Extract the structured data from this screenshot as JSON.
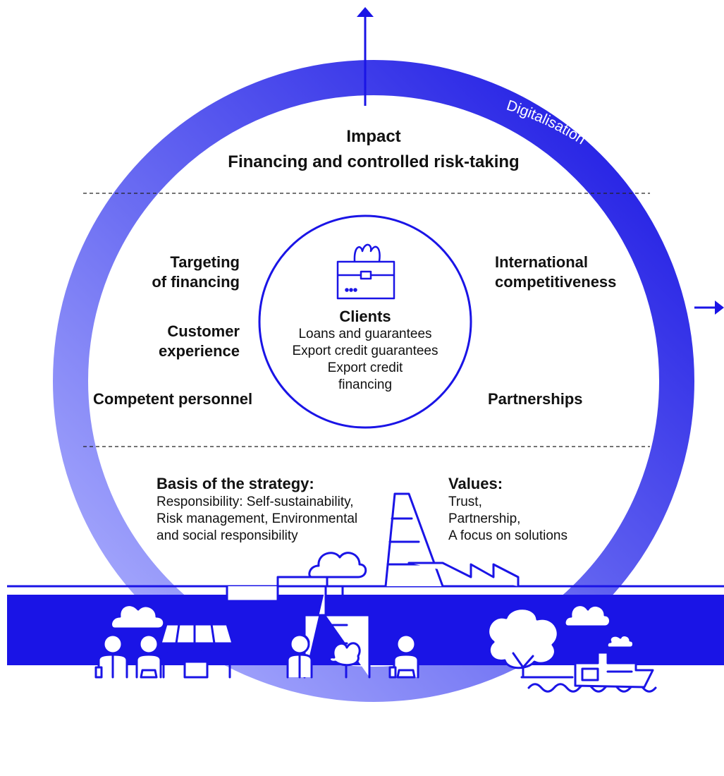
{
  "impact": {
    "title": "Impact",
    "subtitle": "Financing and controlled risk-taking"
  },
  "ring_label": "Digitalisation",
  "center": {
    "title": "Clients",
    "lines": [
      "Loans and guarantees",
      "Export credit guarantees",
      "Export credit",
      "financing"
    ]
  },
  "left_items": [
    {
      "line1": "Targeting",
      "line2": "of financing"
    },
    {
      "line1": "Customer",
      "line2": "experience"
    },
    {
      "line1": "Competent personnel",
      "line2": ""
    }
  ],
  "right_items": [
    {
      "line1": "International",
      "line2": "competitiveness"
    },
    {
      "line1": "Partnerships",
      "line2": ""
    }
  ],
  "basis": {
    "title": "Basis of the strategy:",
    "lines": [
      "Responsibility: Self-sustainability,",
      "Risk management, Environmental",
      "and social responsibility"
    ]
  },
  "values": {
    "title": "Values:",
    "lines": [
      "Trust,",
      "Partnership,",
      "A focus on solutions"
    ]
  },
  "colors": {
    "primary": "#1a14e6",
    "ring_light": "#aeb0ff",
    "ring_dark": "#1f1ae0",
    "text": "#111111"
  },
  "icons": [
    "arrow-up-icon",
    "arrow-right-icon",
    "briefcase-icon",
    "cloud-icon",
    "person-icon",
    "shop-icon",
    "factory-icon",
    "tree-icon",
    "ship-icon"
  ]
}
